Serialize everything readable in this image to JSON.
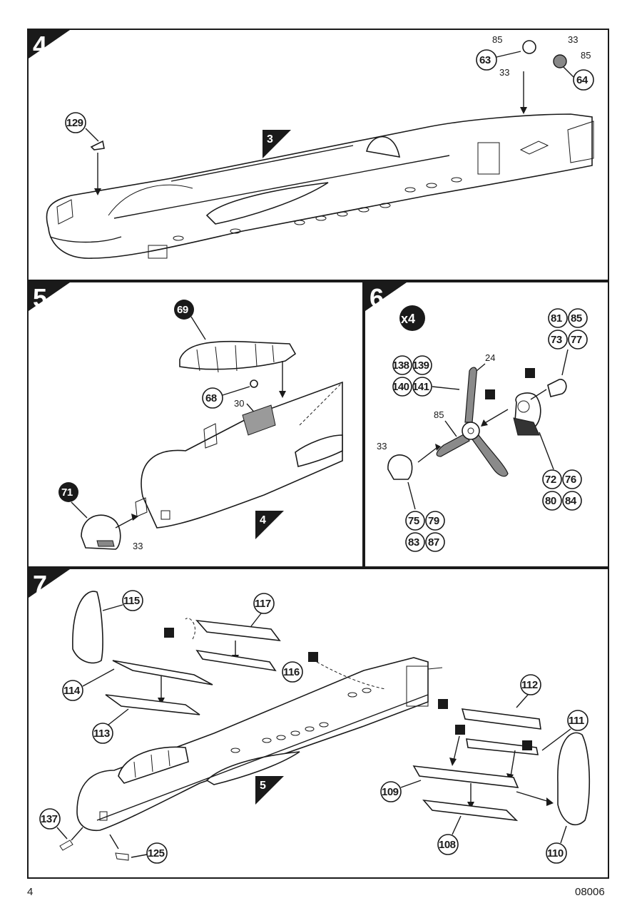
{
  "page": {
    "number": "4",
    "code": "08006"
  },
  "steps": {
    "s4": {
      "num": "4",
      "ref": "3",
      "callouts": [
        "129",
        "63",
        "64"
      ],
      "labels": [
        "85",
        "33",
        "33",
        "85"
      ]
    },
    "s5": {
      "num": "5",
      "ref": "4",
      "callouts": [
        "69",
        "68",
        "71"
      ],
      "labels": [
        "30",
        "33"
      ]
    },
    "s6": {
      "num": "6",
      "multiplier": "x4",
      "group_a": [
        "81",
        "85",
        "73",
        "77"
      ],
      "group_b": [
        "138",
        "139",
        "140",
        "141"
      ],
      "group_c": [
        "72",
        "76",
        "80",
        "84"
      ],
      "group_d": [
        "75",
        "79",
        "83",
        "87"
      ],
      "labels": [
        "24",
        "85",
        "33"
      ]
    },
    "s7": {
      "num": "7",
      "ref": "5",
      "callouts": [
        "115",
        "117",
        "116",
        "114",
        "113",
        "112",
        "111",
        "109",
        "108",
        "110",
        "137",
        "125"
      ]
    }
  }
}
